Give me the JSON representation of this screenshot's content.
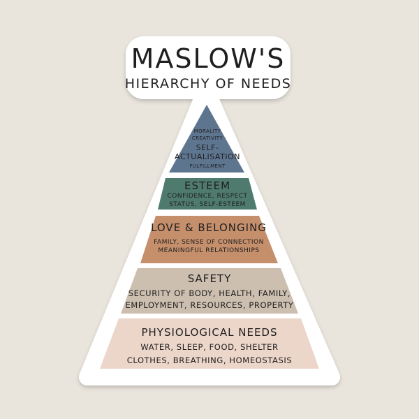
{
  "title": {
    "main": "MASLOW'S",
    "sub": "HIERARCHY OF NEEDS"
  },
  "tiers": {
    "self_actualisation": {
      "lines": [
        "MORALITY",
        "CREATIVITY",
        "SELF-",
        "ACTUALISATION",
        "FULFILLMENT"
      ],
      "color": "#5e7590"
    },
    "esteem": {
      "heading": "ESTEEM",
      "lines": [
        "CONFIDENCE, RESPECT",
        "STATUS, SELF-ESTEEM"
      ],
      "color": "#4f7b6f"
    },
    "love": {
      "heading": "LOVE & BELONGING",
      "lines": [
        "FAMILY, SENSE OF CONNECTION",
        "MEANINGFUL RELATIONSHIPS"
      ],
      "color": "#c58f6c"
    },
    "safety": {
      "heading": "SAFETY",
      "lines": [
        "SECURITY OF BODY, HEALTH, FAMILY,",
        "EMPLOYMENT, RESOURCES, PROPERTY"
      ],
      "color": "#cdbfaf"
    },
    "physiological": {
      "heading": "PHYSIOLOGICAL NEEDS",
      "lines": [
        "WATER, SLEEP, FOOD, SHELTER",
        "CLOTHES, BREATHING, HOMEOSTASIS"
      ],
      "color": "#ecd5c9"
    }
  }
}
